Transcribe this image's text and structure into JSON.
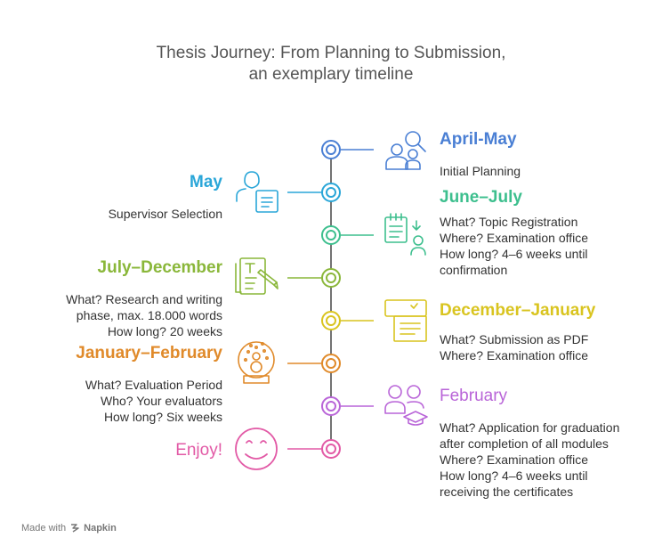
{
  "title": {
    "line1": "Thesis Journey: From Planning to Submission,",
    "line2": "an exemplary timeline"
  },
  "stages": [
    {
      "id": "planning",
      "side": "right",
      "heading": "April-May",
      "color": "#4a7fd4",
      "lines": [
        "Initial Planning"
      ],
      "icon": "people-search-icon"
    },
    {
      "id": "supervisor",
      "side": "left",
      "heading": "May",
      "color": "#2aa6d8",
      "lines": [
        "Supervisor Selection"
      ],
      "icon": "person-document-icon"
    },
    {
      "id": "registration",
      "side": "right",
      "heading": "June–July",
      "color": "#3dbf8e",
      "lines": [
        "What? Topic Registration",
        "Where? Examination office",
        "How long? 4–6 weeks until",
        "confirmation"
      ],
      "icon": "notepad-person-icon"
    },
    {
      "id": "research",
      "side": "left",
      "heading": "July–December",
      "color": "#8ab73a",
      "lines": [
        "What? Research and writing",
        "phase, max. 18.000 words",
        "How long? 20 weeks"
      ],
      "icon": "writing-document-icon"
    },
    {
      "id": "submission",
      "side": "right",
      "heading": "December–January",
      "color": "#d9c41f",
      "lines": [
        "What? Submission as PDF",
        "Where? Examination office"
      ],
      "icon": "pdf-document-icon"
    },
    {
      "id": "evaluation",
      "side": "left",
      "heading": "January–February",
      "color": "#e08a2a",
      "lines": [
        "What? Evaluation Period",
        "Who? Your evaluators",
        "How long? Six weeks"
      ],
      "icon": "snow-globe-icon"
    },
    {
      "id": "graduation",
      "side": "right",
      "heading": "February",
      "color": "#b965d8",
      "lines": [
        "What? Application for graduation",
        "after completion of all modules",
        "Where? Examination office",
        "How long? 4–6 weeks until",
        "receiving the certificates"
      ],
      "icon": "graduates-icon"
    },
    {
      "id": "enjoy",
      "side": "left",
      "heading": "Enjoy!",
      "color": "#e25aa6",
      "lines": [],
      "icon": "smiley-face-icon"
    }
  ],
  "footer": {
    "made_with": "Made with",
    "brand": "Napkin"
  }
}
